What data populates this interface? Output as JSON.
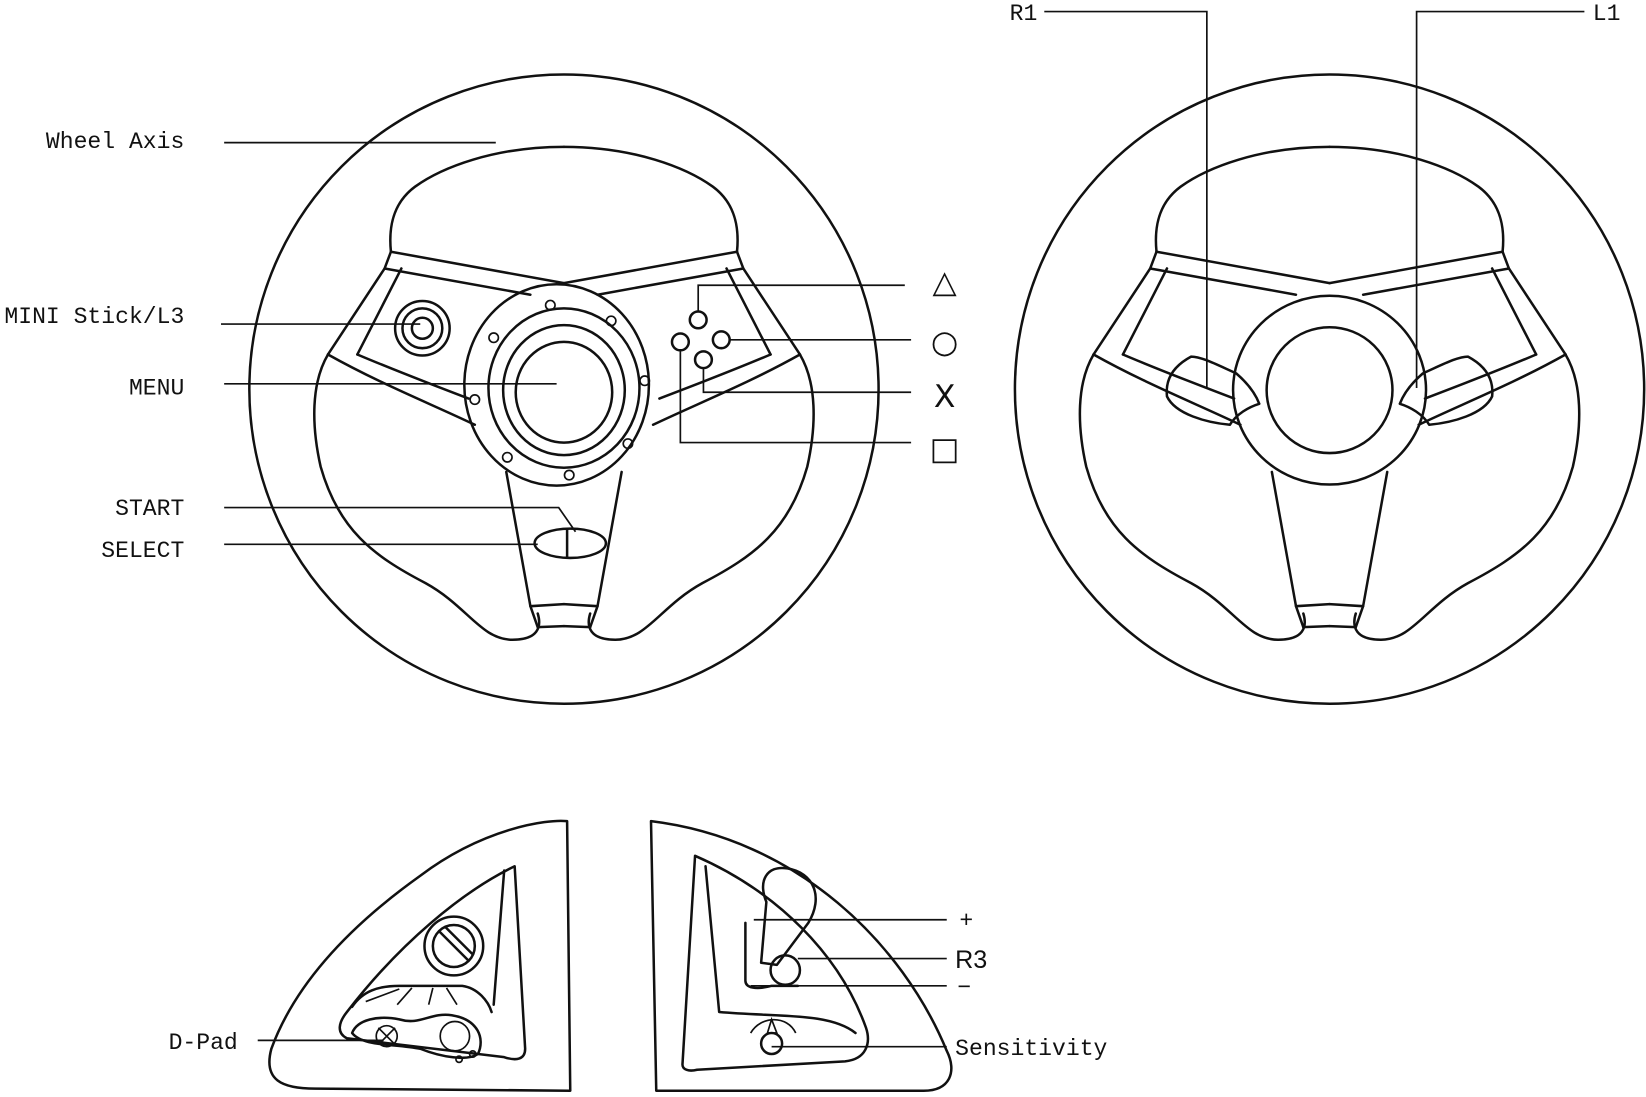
{
  "front_wheel": {
    "labels": {
      "wheel_axis": "Wheel Axis",
      "mini_stick": "MINI Stick/L3",
      "menu": "MENU",
      "start": "START",
      "select": "SELECT",
      "triangle": "△",
      "circle": "○",
      "cross": "X",
      "square": "□"
    }
  },
  "back_wheel": {
    "labels": {
      "r1": "R1",
      "l1": "L1"
    }
  },
  "left_pod": {
    "labels": {
      "dpad": "D-Pad"
    }
  },
  "right_pod": {
    "labels": {
      "plus": "+",
      "r3": "R3",
      "minus": "−",
      "sensitivity": "Sensitivity"
    }
  }
}
